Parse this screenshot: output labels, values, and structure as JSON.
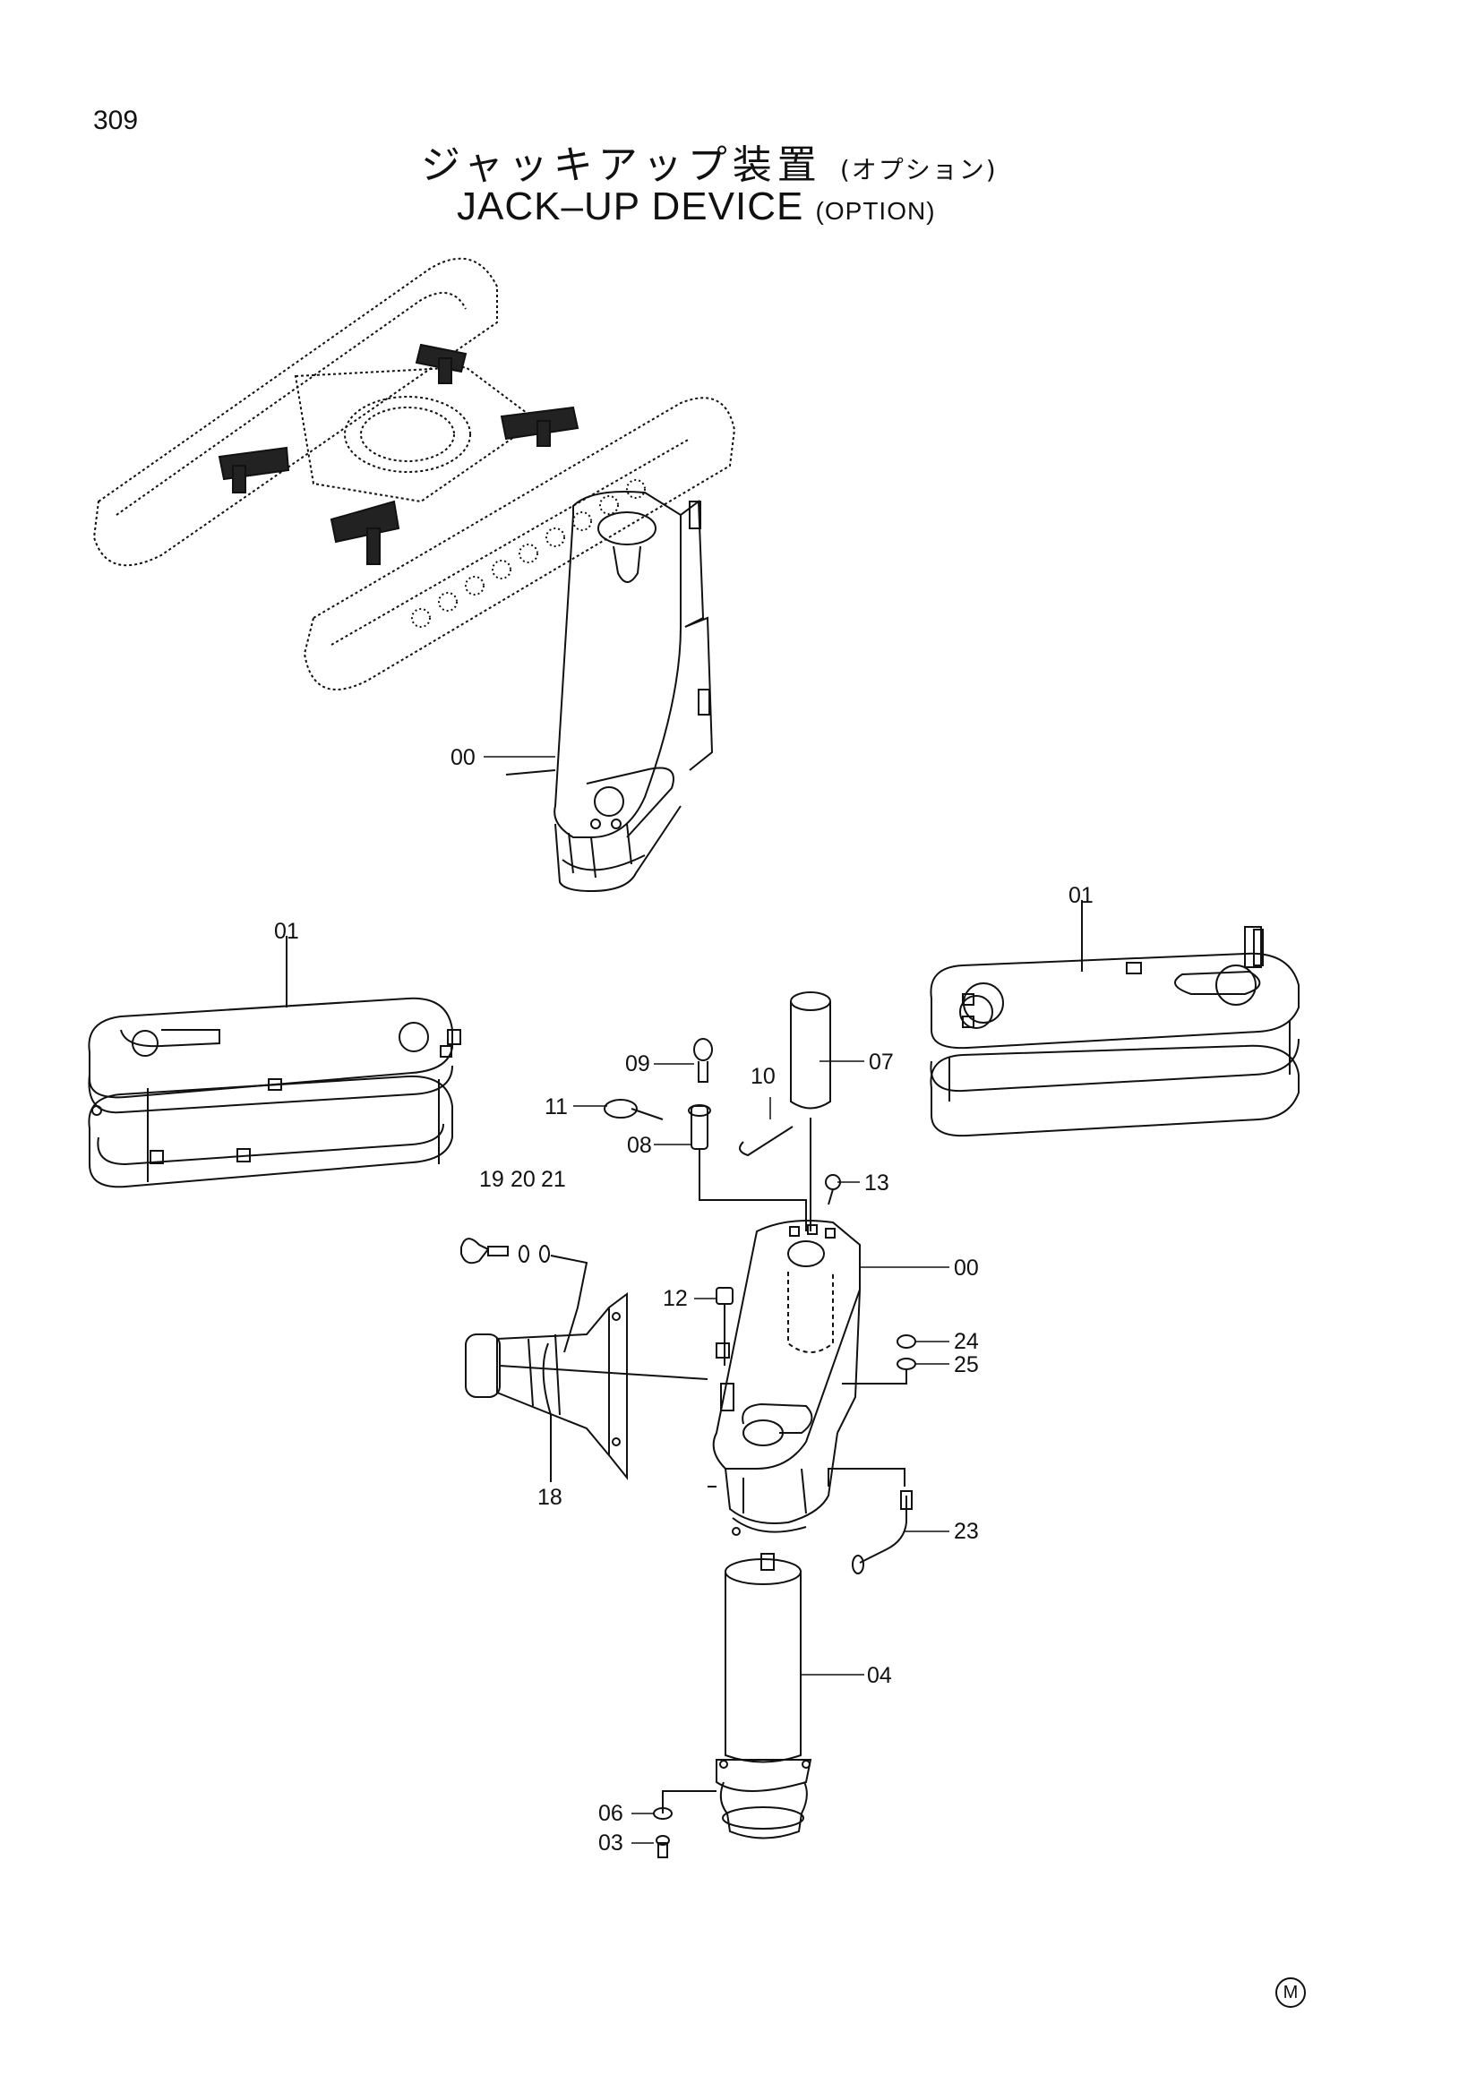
{
  "page": {
    "number": "309",
    "title_jp": "ジャッキアップ装置",
    "title_jp_note": "(オプション)",
    "title_en": "JACK–UP  DEVICE",
    "title_en_note": "(OPTION)",
    "maker_mark": "M"
  },
  "callouts": {
    "c00_top": "00",
    "c01_left": "01",
    "c01_right": "01",
    "c09": "09",
    "c10": "10",
    "c11": "11",
    "c08": "08",
    "c07": "07",
    "c13": "13",
    "c19": "19",
    "c20": "20",
    "c21": "21",
    "c12": "12",
    "c00_mid": "00",
    "c24": "24",
    "c25": "25",
    "c18": "18",
    "c23": "23",
    "c04": "04",
    "c06": "06",
    "c03": "03"
  }
}
